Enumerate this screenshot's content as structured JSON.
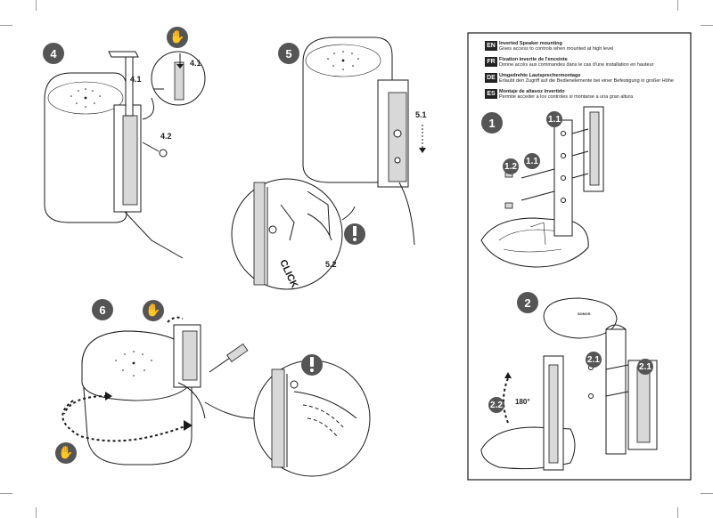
{
  "steps": {
    "s4": "4",
    "s4_1": "4.1",
    "s4_2": "4.2",
    "s5": "5",
    "s5_1": "5.1",
    "s5_2": "5.2",
    "s6": "6",
    "click_text": "CLICK"
  },
  "panel": {
    "languages": [
      {
        "code": "EN",
        "title": "Inverted Speaker mounting",
        "desc": "Gives access to controls when mounted at high level"
      },
      {
        "code": "FR",
        "title": "Fixation invertie de l'enceinte",
        "desc": "Donne accès aux commandes dans le cas d'une installation en hauteur"
      },
      {
        "code": "DE",
        "title": "Umgedrehte Lautsprechermontage",
        "desc": "Erlaubt den Zugriff auf die Bedienelemente bei einer Befestigung in großer Höhe"
      },
      {
        "code": "ES",
        "title": "Montaje de altavoz invertido",
        "desc": "Permite acceder a los controles si montarse a una gran altura"
      }
    ],
    "step1": "1",
    "step1_1": "1.1",
    "step1_2": "1.2",
    "step2": "2",
    "step2_1": "2.1",
    "step2_2": "2.2",
    "rotation": "180°",
    "brand": "SONOS"
  }
}
